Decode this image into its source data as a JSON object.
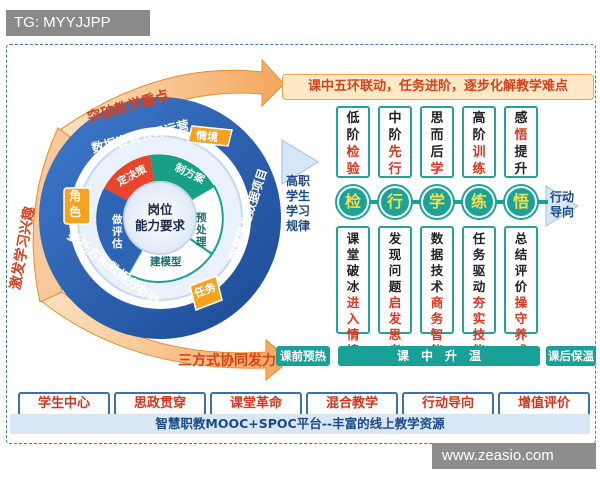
{
  "tag": "TG: MYYJJPP",
  "watermark": "www.zeasio.com",
  "banner": "课中五环联动，任务进阶，逐步化解教学难点",
  "ring": {
    "outer_top": "突破教学重点",
    "outer_left": "激发学习兴趣",
    "outer_bottom": "三方式协同发力",
    "inner_top": "数据咨询公司运营",
    "inner_left": "委托方和数据分析师",
    "inner_right": "智慧民生数据项目",
    "badge_scene": "情境",
    "badge_role": "角色",
    "badge_task": "任务",
    "center": "岗位\n能力要求",
    "segments": [
      "定决策",
      "制方案",
      "预处理",
      "建模型",
      "做评估"
    ]
  },
  "left_label": "高职\n学生\n学习\n规律",
  "right_label": "行动\n导向",
  "steps": [
    {
      "top": "低阶检验",
      "top_hl": "检验",
      "circle": "检",
      "bottom": "课堂破冰进入情境",
      "bottom_hl": "进入情境"
    },
    {
      "top": "中阶先行",
      "top_hl": "先行",
      "circle": "行",
      "bottom": "发现问题启发思考",
      "bottom_hl": "启发思考"
    },
    {
      "top": "思而后学",
      "top_hl": "学",
      "circle": "学",
      "bottom": "数据技术商务智能",
      "bottom_hl": "商务智能"
    },
    {
      "top": "高阶训练",
      "top_hl": "训练",
      "circle": "练",
      "bottom": "任务驱动夯实技能",
      "bottom_hl": "夯实技能"
    },
    {
      "top": "感悟提升",
      "top_hl": "悟",
      "circle": "悟",
      "bottom": "总结评价操守养成",
      "bottom_hl": "操守养成"
    }
  ],
  "phases": {
    "before": "课前预热",
    "during": "课　中　升　温",
    "after": "课后保温"
  },
  "pillars": [
    "学生中心",
    "思政贯穿",
    "课堂革命",
    "混合教学",
    "行动导向",
    "增值评价"
  ],
  "base": "智慧职教MOOC+SPOC平台--丰富的线上教学资源",
  "colors": {
    "ring_blue": "#2f5fb0",
    "teal": "#1aa197",
    "orange": "#f08a2c",
    "red": "#e2331c",
    "yellow": "#fbdc4b"
  }
}
